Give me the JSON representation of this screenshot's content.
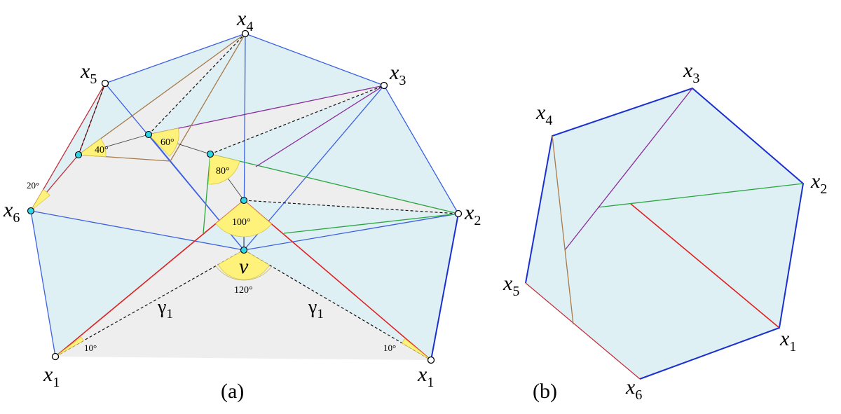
{
  "vertex_base": "x",
  "subs": {
    "x1": "1",
    "x2": "2",
    "x3": "3",
    "x4": "4",
    "x5": "5",
    "x6": "6"
  },
  "center_label": "v",
  "gamma": {
    "base": "γ",
    "sub": "1"
  },
  "angles": {
    "a10": "10°",
    "a20": "20°",
    "a40": "40°",
    "a60": "60°",
    "a80": "80°",
    "a100": "100°",
    "a120": "120°"
  },
  "panels": {
    "a": "(a)",
    "b": "(b)"
  },
  "colors": {
    "fill": "#dff0f5",
    "inner_fill": "#efefef",
    "blue": "#3060e0",
    "blue_dark": "#1a2fd0",
    "red": "#e02020",
    "green": "#2aa640",
    "purple": "#8a2b9a",
    "brown": "#a87a4a",
    "crimson": "#c0303a",
    "yellow": "#fff27a",
    "cyan": "#2fd6e6"
  }
}
